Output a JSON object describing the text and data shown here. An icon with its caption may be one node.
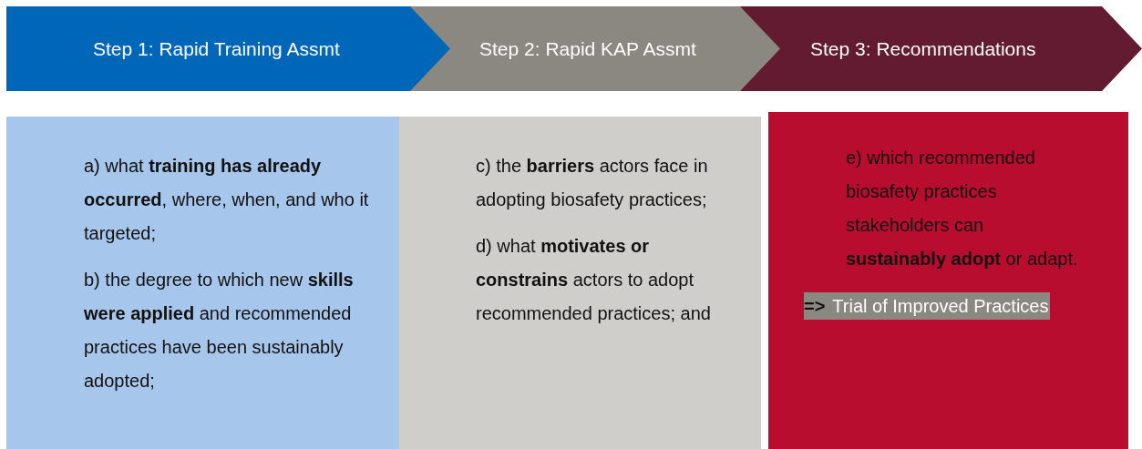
{
  "diagram": {
    "nodes": [
      {
        "text": [
          "Step 1: Rapid Training Assmt"
        ]
      },
      {
        "text": [
          "Step 2: Rapid KAP Assmt"
        ]
      },
      {
        "text": [
          "Step 3: Recommendations"
        ]
      },
      {
        "text": [
          "a) what **training has already occurred**, where, when, and who it targeted;",
          "b) the degree to which new **skills were applied** and recommended practices have been sustainably adopted;"
        ]
      },
      {
        "text": [
          "c) the **barriers** actors face in adopting biosafety practices;",
          "d) what **motivates or constrains** actors to adopt recommended practices; and"
        ]
      },
      {
        "text": [
          "e) which recommended biosafety practices stakeholders can **sustainably adopt** or adapt.",
          "=>",
          "Trial of Improved Practices"
        ]
      }
    ],
    "edges": []
  }
}
